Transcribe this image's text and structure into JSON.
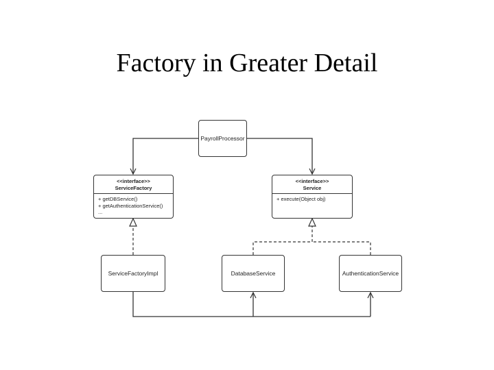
{
  "title": "Factory in Greater Detail",
  "diagram": {
    "payroll_processor": "PayrollProcessor",
    "service_factory": {
      "stereotype": "<<interface>>",
      "name": "ServiceFactory",
      "methods": [
        "+ getDBService()",
        "+ getAuthenticationService()",
        "..."
      ]
    },
    "service": {
      "stereotype": "<<interface>>",
      "name": "Service",
      "methods": [
        "+ execute(Object obj)"
      ]
    },
    "service_factory_impl": "ServiceFactoryImpl",
    "database_service": "DatabaseService",
    "authentication_service": "AuthenticationService"
  }
}
